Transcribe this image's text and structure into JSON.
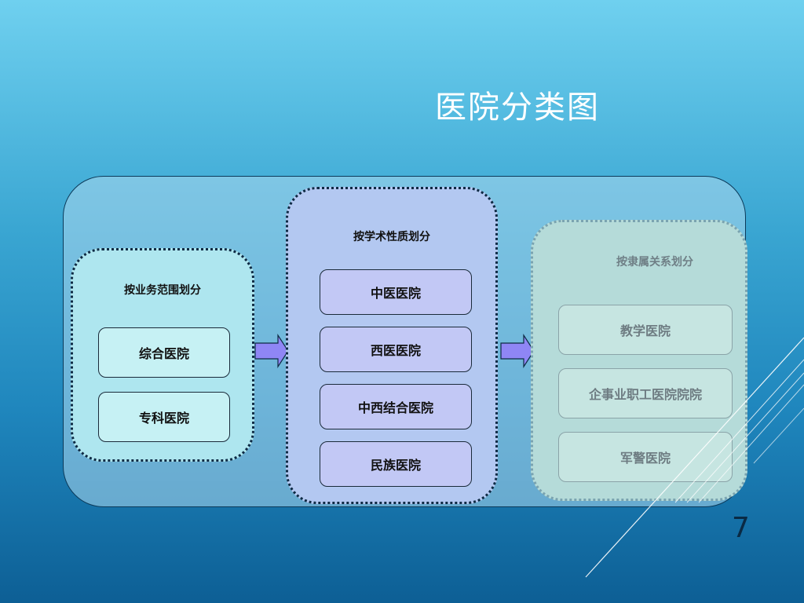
{
  "slide": {
    "title": "医院分类图",
    "page_number": "7"
  },
  "groups": {
    "scope": {
      "label": "按业务范围划分",
      "items": [
        "综合医院",
        "专科医院"
      ]
    },
    "academic": {
      "label": "按学术性质划分",
      "items": [
        "中医医院",
        "西医医院",
        "中西结合医院",
        "民族医院"
      ]
    },
    "affiliation": {
      "label": "按隶属关系划分",
      "items": [
        "教学医院",
        "企事业职工医院院院",
        "军警医院"
      ]
    }
  },
  "colors": {
    "arrow_fill": "#8f86f5",
    "arrow_stroke": "#0e2a44"
  }
}
